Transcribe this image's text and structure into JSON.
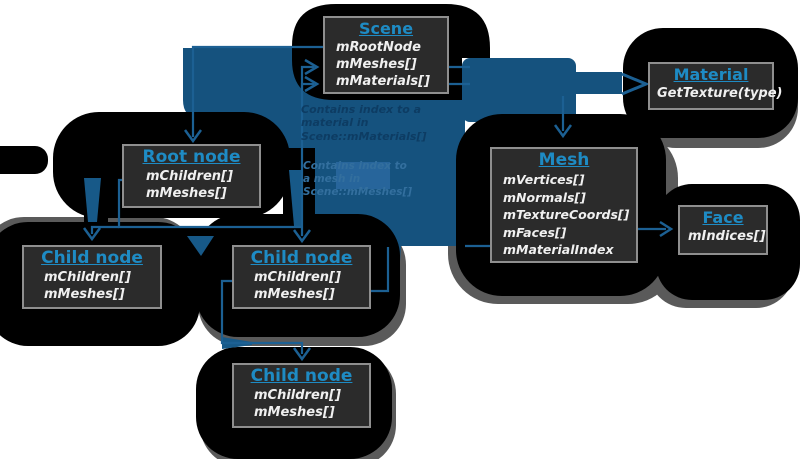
{
  "diagram": {
    "boxes": {
      "scene": {
        "title": "Scene",
        "fields": [
          "mRootNode",
          "mMeshes[]",
          "mMaterials[]"
        ]
      },
      "material": {
        "title": "Material",
        "fields": [
          "GetTexture(type)"
        ]
      },
      "root_node": {
        "title": "Root node",
        "fields": [
          "mChildren[]",
          "mMeshes[]"
        ]
      },
      "mesh": {
        "title": "Mesh",
        "fields": [
          "mVertices[]",
          "mNormals[]",
          "mTextureCoords[]",
          "mFaces[]",
          "mMaterialIndex"
        ]
      },
      "face": {
        "title": "Face",
        "fields": [
          "mIndices[]"
        ]
      },
      "child_left": {
        "title": "Child node",
        "fields": [
          "mChildren[]",
          "mMeshes[]"
        ]
      },
      "child_middle": {
        "title": "Child node",
        "fields": [
          "mChildren[]",
          "mMeshes[]"
        ]
      },
      "child_bottom": {
        "title": "Child node",
        "fields": [
          "mChildren[]",
          "mMeshes[]"
        ]
      }
    },
    "annotations": {
      "material_note": "Contains index to a material in Scene::mMaterials[]",
      "mesh_note": "Contains index to a mesh in Scene::mMeshes[]"
    },
    "colors": {
      "background": "#ffffff",
      "blob_black": "#000000",
      "blob_gray": "#5a5a5a",
      "arrow_blue": "#15527e",
      "line_blue": "#1c6093",
      "title_blue": "#1e8bc4",
      "box_fill": "#2b2b2b",
      "box_border": "#8f8f8f",
      "field_text": "#f0f0f0",
      "note_text": "#0d3c63"
    }
  }
}
